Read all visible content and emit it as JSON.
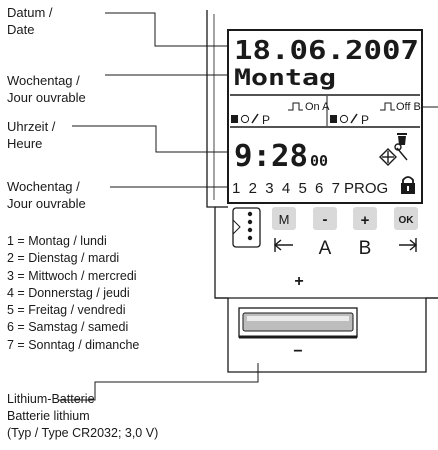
{
  "callouts": {
    "date": [
      "Datum /",
      "Date"
    ],
    "weekday_top": [
      "Wochentag /",
      "Jour ouvrable"
    ],
    "time": [
      "Uhrzeit /",
      "Heure"
    ],
    "weekday_bottom": [
      "Wochentag /",
      "Jour ouvrable"
    ],
    "battery": [
      "Lithium-Batterie",
      "Batterie lithium",
      "(Typ / Type CR2032; 3,0 V)"
    ]
  },
  "display": {
    "date": "18.06.2007",
    "weekday": "Montag",
    "channel_a": "On A",
    "channel_b": "Off B",
    "channel_icons": "P",
    "time_main": "9:28",
    "time_seconds": "00",
    "days": "1 2 3 4 5 6 7",
    "prog": "PROG"
  },
  "buttons": {
    "m": "M",
    "minus": "-",
    "plus": "+",
    "ok": "OK",
    "label_a": "A",
    "label_b": "B"
  },
  "polarity": {
    "plus": "+",
    "minus": "−"
  },
  "legend": [
    "1 = Montag / lundi",
    "2 = Dienstag / mardi",
    "3 = Mittwoch / mercredi",
    "4 = Donnerstag / jeudi",
    "5 = Freitag / vendredi",
    "6 = Samstag / samedi",
    "7 = Sonntag / dimanche"
  ],
  "colors": {
    "ink": "#1a1a1a",
    "button_fill": "#d9d9d9",
    "battery_fill": "#bdbdbd"
  }
}
